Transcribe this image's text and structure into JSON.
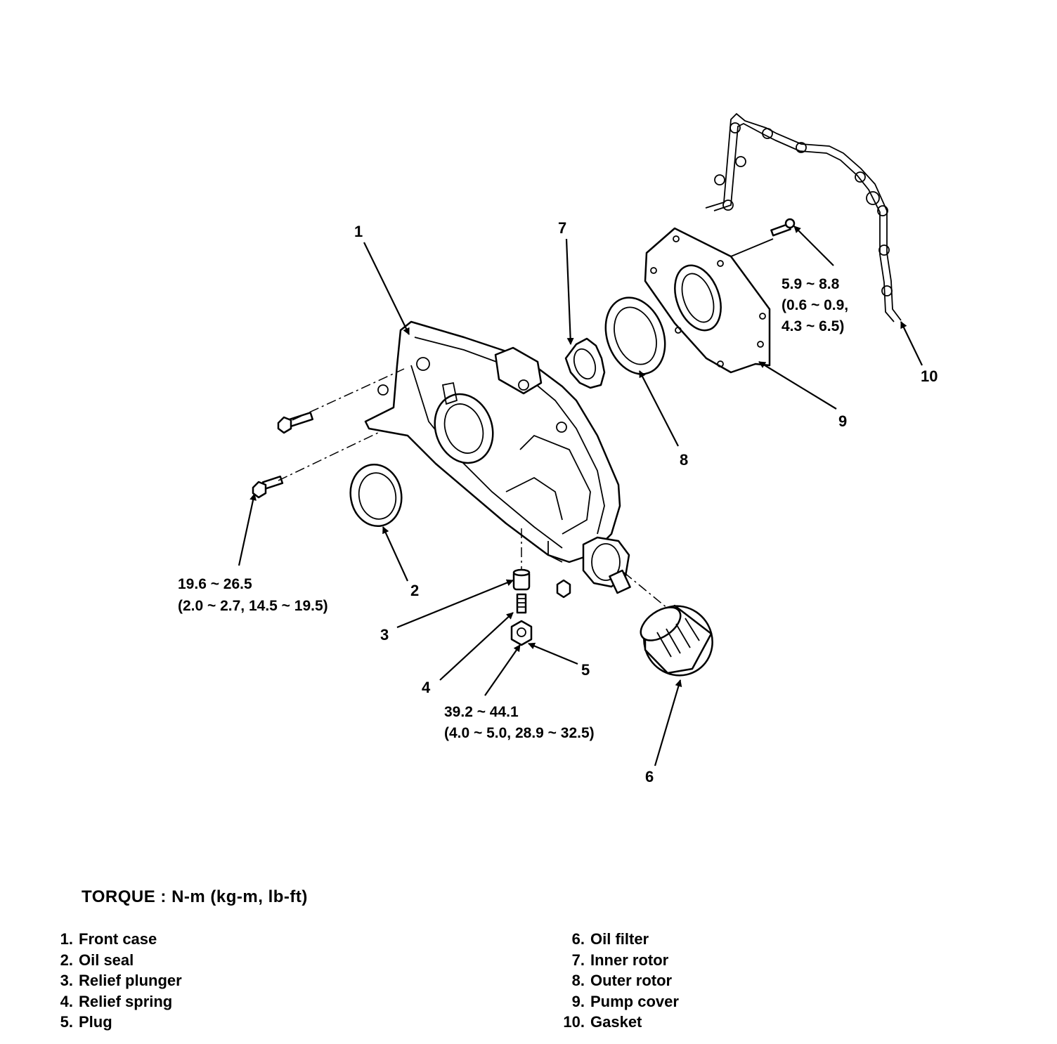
{
  "callouts": [
    "1",
    "2",
    "3",
    "4",
    "5",
    "6",
    "7",
    "8",
    "9",
    "10"
  ],
  "torque_specs": {
    "front_bolts": [
      "19.6 ~ 26.5",
      "(2.0 ~ 2.7, 14.5 ~ 19.5)"
    ],
    "plug": [
      "39.2 ~ 44.1",
      "(4.0 ~ 5.0, 28.9 ~ 32.5)"
    ],
    "cover_screw": [
      "5.9 ~ 8.8",
      "(0.6 ~ 0.9,",
      "4.3 ~ 6.5)"
    ]
  },
  "legend": {
    "title": "TORQUE : N-m (kg-m, lb-ft)",
    "left": [
      {
        "num": "1.",
        "label": "Front case"
      },
      {
        "num": "2.",
        "label": "Oil seal"
      },
      {
        "num": "3.",
        "label": "Relief plunger"
      },
      {
        "num": "4.",
        "label": "Relief spring"
      },
      {
        "num": "5.",
        "label": "Plug"
      }
    ],
    "right": [
      {
        "num": "6.",
        "label": "Oil filter"
      },
      {
        "num": "7.",
        "label": "Inner rotor"
      },
      {
        "num": "8.",
        "label": "Outer rotor"
      },
      {
        "num": "9.",
        "label": "Pump cover"
      },
      {
        "num": "10.",
        "label": "Gasket"
      }
    ]
  }
}
